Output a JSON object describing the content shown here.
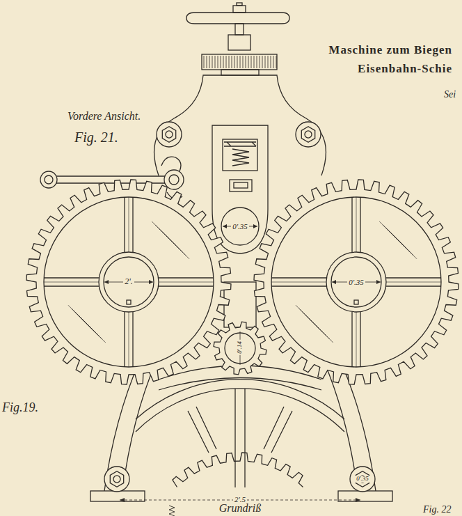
{
  "diagram": {
    "title": "Maschine zum Biegen Eisenbahn-Schie",
    "labels": [
      "Vordere Ansicht.",
      "Fig. 21.",
      "Sei",
      "0'.35",
      "2'.",
      "0'.35",
      "0'.14",
      "0'.35",
      "Fig.19.",
      "2'.5",
      "Grundriß",
      "Fig. 22"
    ]
  }
}
